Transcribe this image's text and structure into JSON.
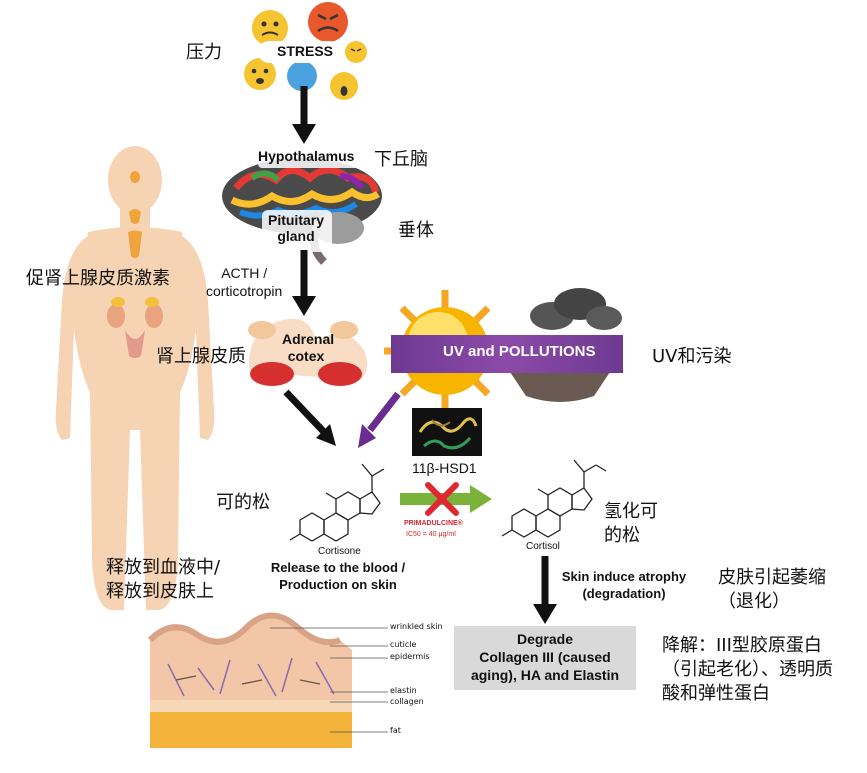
{
  "labels": {
    "stress": "STRESS",
    "hypothalamus": "Hypothalamus",
    "pituitary_line1": "Pituitary",
    "pituitary_line2": "gland",
    "acth_line1": "ACTH /",
    "acth_line2": "corticotropin",
    "adrenal_line1": "Adrenal",
    "adrenal_line2": "cotex",
    "uv_pollutions": "UV and POLLUTIONS",
    "enzyme": "11β-HSD1",
    "inhibitor": "PRIMADULCINE®",
    "ic50": "IC50 = 40 μg/ml",
    "cortisone": "Cortisone",
    "cortisol": "Cortisol",
    "release_line1": "Release to the blood /",
    "release_line2": "Production on skin",
    "atrophy_line1": "Skin induce atrophy",
    "atrophy_line2": "(degradation)",
    "degrade_line1": "Degrade",
    "degrade_line2": "Collagen III (caused",
    "degrade_line3": "aging), HA and Elastin"
  },
  "skin_layers": {
    "wrinkled": "wrinkled skin",
    "cuticle": "cuticle",
    "epidermis": "epidermis",
    "elastin": "elastin",
    "collagen": "collagen",
    "fat": "fat"
  },
  "chinese": {
    "stress": "压力",
    "hypothalamus": "下丘脑",
    "pituitary": "垂体",
    "acth": "促肾上腺皮质激素",
    "adrenal": "肾上腺皮质",
    "uv": "UV和污染",
    "cortisone": "可的松",
    "cortisol_line1": "氢化可",
    "cortisol_line2": "的松",
    "release_line1": "释放到血液中/",
    "release_line2": "释放到皮肤上",
    "atrophy_line1": "皮肤引起萎缩",
    "atrophy_line2": "（退化）",
    "degrade_line1": "降解：III型胶原蛋白",
    "degrade_line2": "（引起老化）、透明质",
    "degrade_line3": "酸和弹性蛋白"
  },
  "colors": {
    "arrow_black": "#111111",
    "arrow_purple": "#6a2c8e",
    "uv_bar": "#7d3f9c",
    "blocked_arrow": "#7bb33a",
    "cross": "#e0262e",
    "inhibitor_red": "#d9262e",
    "body_skin": "#f6d3b3",
    "degrade_box": "#d9d9d9"
  }
}
